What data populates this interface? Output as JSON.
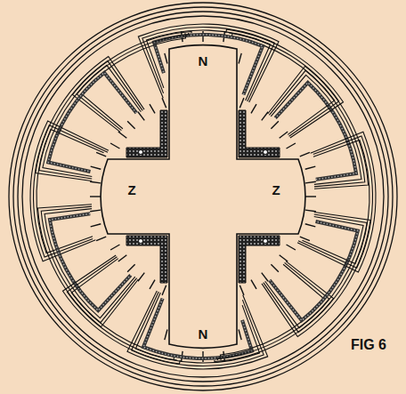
{
  "diagram": {
    "labels": [
      "N",
      "Z",
      "Z",
      "N",
      "FIG 6"
    ]
  }
}
